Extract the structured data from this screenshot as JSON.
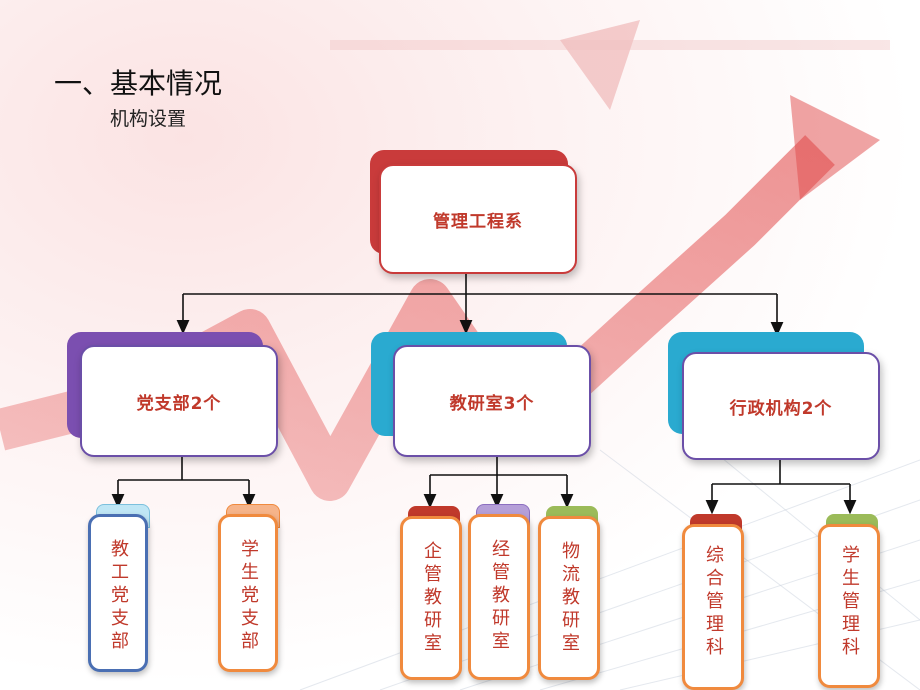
{
  "header": {
    "title": "一、基本情况",
    "subtitle": "机构设置"
  },
  "root": {
    "label": "管理工程系"
  },
  "branches": [
    {
      "label": "党支部2个",
      "color": "#7b4fb0",
      "children": [
        {
          "label": "教工党支部",
          "tab_color": "#bfe6f5",
          "border_color": "#4a6fb3"
        },
        {
          "label": "学生党支部",
          "tab_color": "#f6b48a",
          "border_color": "#f08a3e"
        }
      ]
    },
    {
      "label": "教研室3个",
      "color": "#2aaad0",
      "children": [
        {
          "label": "企管教研室",
          "tab_color": "#c0392b",
          "border_color": "#f08a3e"
        },
        {
          "label": "经管教研室",
          "tab_color": "#b59fd8",
          "border_color": "#f08a3e"
        },
        {
          "label": "物流教研室",
          "tab_color": "#9bbb59",
          "border_color": "#f08a3e"
        }
      ]
    },
    {
      "label": "行政机构2个",
      "color": "#2aaad0",
      "children": [
        {
          "label": "综合管理科",
          "tab_color": "#c0392b",
          "border_color": "#f08a3e"
        },
        {
          "label": "学生管理科",
          "tab_color": "#9bbb59",
          "border_color": "#f08a3e"
        }
      ]
    }
  ],
  "colors": {
    "root_back": "#c93b3b",
    "root_border": "#c93b3b",
    "branch_border": "#6b4fa8"
  }
}
